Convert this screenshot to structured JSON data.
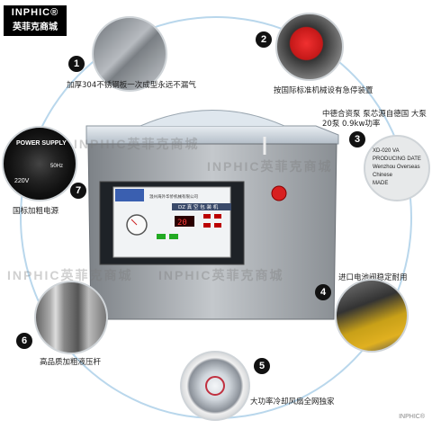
{
  "brand": {
    "name": "INPHIC",
    "reg": "®",
    "cn": "英菲克商城"
  },
  "watermark_text": "INPHIC英菲克商城",
  "corner_mark": "INPHIC®",
  "features": [
    {
      "num": "1",
      "caption": "加厚304不锈钢板一次成型永远不漏气"
    },
    {
      "num": "2",
      "caption": "按国际标准机械设有急停装置"
    },
    {
      "num": "3",
      "caption": "中德合资泵 泵芯源自德国 大泵20泵 0.9kw功率"
    },
    {
      "num": "4",
      "caption": "进口电池阀稳定耐用"
    },
    {
      "num": "5",
      "caption": "大功率冷却风扇全网独家"
    },
    {
      "num": "6",
      "caption": "高品质加粗液压杆"
    },
    {
      "num": "7",
      "caption": "国标加粗电源"
    }
  ],
  "machine": {
    "panel_title": "DZ  真 空 包 装 机",
    "display_value": "20",
    "nameplate_model": "XD-020 VA",
    "power_label": "POWER SUPPLY",
    "power_voltage": "220V",
    "power_freq": "50Hz"
  },
  "nameplate": {
    "line1": "XD-020 VA",
    "line2": "PRODUCING DATE",
    "line3": "Wenzhou Overseas Chinese",
    "line4": "MADE"
  },
  "colors": {
    "ring": "#b9d7ec",
    "steel": "#9a9ea3",
    "accent_red": "#d82020"
  }
}
